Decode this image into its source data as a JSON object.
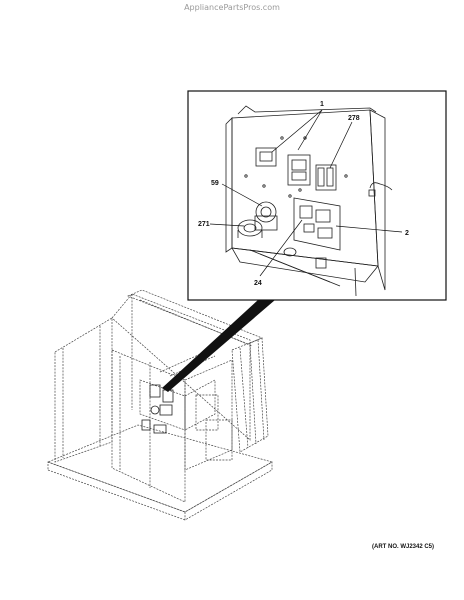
{
  "watermark": "AppliancePartsPros.com",
  "art_number": "(ART NO. WJ2342 C5)",
  "callouts": [
    {
      "id": "1",
      "label": "1"
    },
    {
      "id": "278",
      "label": "278"
    },
    {
      "id": "59",
      "label": "59"
    },
    {
      "id": "271",
      "label": "271"
    },
    {
      "id": "2",
      "label": "2"
    },
    {
      "id": "24",
      "label": "24"
    }
  ]
}
